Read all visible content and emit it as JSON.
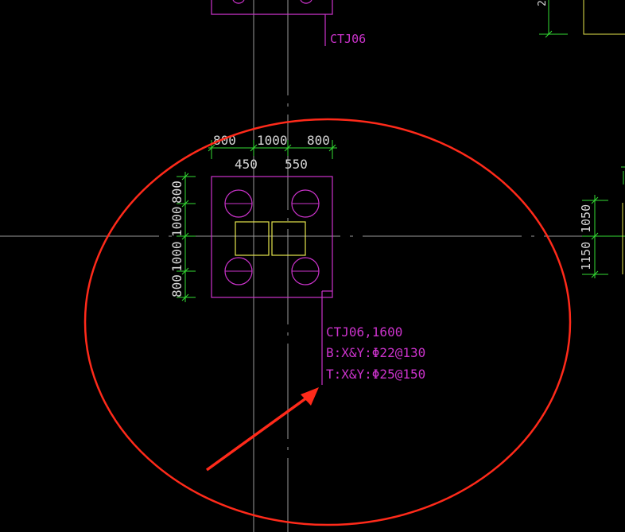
{
  "colors": {
    "background": "#000000",
    "magenta": "#cc33cc",
    "green": "#33dd33",
    "yellow": "#e6e64d",
    "white": "#d8d8d8",
    "axis": "#9a9a9a",
    "red": "#ff2a1a"
  },
  "top": {
    "label": "CTJ06",
    "dim_partial": "2"
  },
  "dims": {
    "top": [
      "800",
      "1000",
      "800"
    ],
    "second": [
      "450",
      "550"
    ],
    "left": [
      "800",
      "1000",
      "1000",
      "800"
    ],
    "right": [
      "1050",
      "1150"
    ]
  },
  "annotation": {
    "name": "CTJ06,1600",
    "bottom": "B:X&Y:Φ22@130",
    "top": "T:X&Y:Φ25@150"
  },
  "markup": {
    "ellipse": "red-ellipse",
    "arrow": "red-arrow"
  }
}
